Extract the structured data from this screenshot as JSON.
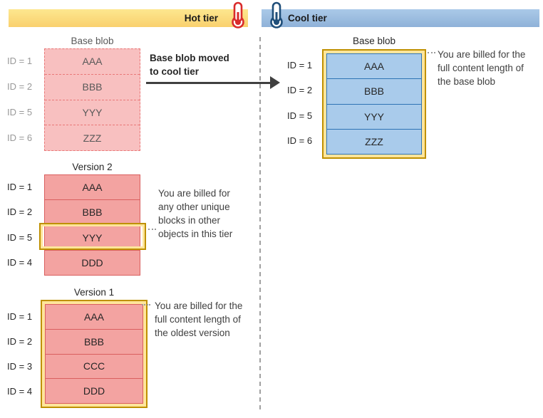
{
  "header": {
    "hot_tier_label": "Hot tier",
    "cool_tier_label": "Cool tier",
    "hot_icon": "thermometer-icon",
    "cool_icon": "thermometer-icon"
  },
  "hot": {
    "base_blob": {
      "title": "Base blob",
      "rows": [
        {
          "id": "ID = 1",
          "block": "AAA"
        },
        {
          "id": "ID = 2",
          "block": "BBB"
        },
        {
          "id": "ID = 5",
          "block": "YYY"
        },
        {
          "id": "ID = 6",
          "block": "ZZZ"
        }
      ]
    },
    "move_label": {
      "line1": "Base blob moved",
      "line2": "to cool tier"
    },
    "version2": {
      "title": "Version 2",
      "rows": [
        {
          "id": "ID = 1",
          "block": "AAA"
        },
        {
          "id": "ID = 2",
          "block": "BBB"
        },
        {
          "id": "ID = 5",
          "block": "YYY"
        },
        {
          "id": "ID = 4",
          "block": "DDD"
        }
      ],
      "highlighted_block": "YYY",
      "note_lines": [
        "You are billed for",
        "any other unique",
        "blocks in other",
        "objects in this tier"
      ]
    },
    "version1": {
      "title": "Version 1",
      "rows": [
        {
          "id": "ID = 1",
          "block": "AAA"
        },
        {
          "id": "ID = 2",
          "block": "BBB"
        },
        {
          "id": "ID = 3",
          "block": "CCC"
        },
        {
          "id": "ID = 4",
          "block": "DDD"
        }
      ],
      "note_lines": [
        "You are billed for the",
        "full content length of",
        "the oldest version"
      ]
    }
  },
  "cool": {
    "base_blob": {
      "title": "Base blob",
      "rows": [
        {
          "id": "ID = 1",
          "block": "AAA"
        },
        {
          "id": "ID = 2",
          "block": "BBB"
        },
        {
          "id": "ID = 5",
          "block": "YYY"
        },
        {
          "id": "ID = 6",
          "block": "ZZZ"
        }
      ],
      "note_lines": [
        "You are billed for the",
        "full content length of",
        "the base blob"
      ]
    }
  },
  "colors": {
    "hot_bar_top": "#fde78f",
    "hot_bar_bottom": "#f9d06e",
    "cool_bar_top": "#aac9e8",
    "cool_bar_bottom": "#8fb2d8",
    "hot_faded_fill": "#f8c0c0",
    "hot_faded_border": "#e97878",
    "hot_fill": "#f3a3a1",
    "hot_border": "#d95f5f",
    "cool_fill": "#a9cbeb",
    "cool_border": "#2e74b5",
    "gold_border": "#bf9000",
    "gold_band": "#ffe59b",
    "thermometer_hot": "#d92b2b",
    "thermometer_cool": "#1f4e79",
    "arrow": "#404040",
    "divider": "#a0a0a0"
  }
}
